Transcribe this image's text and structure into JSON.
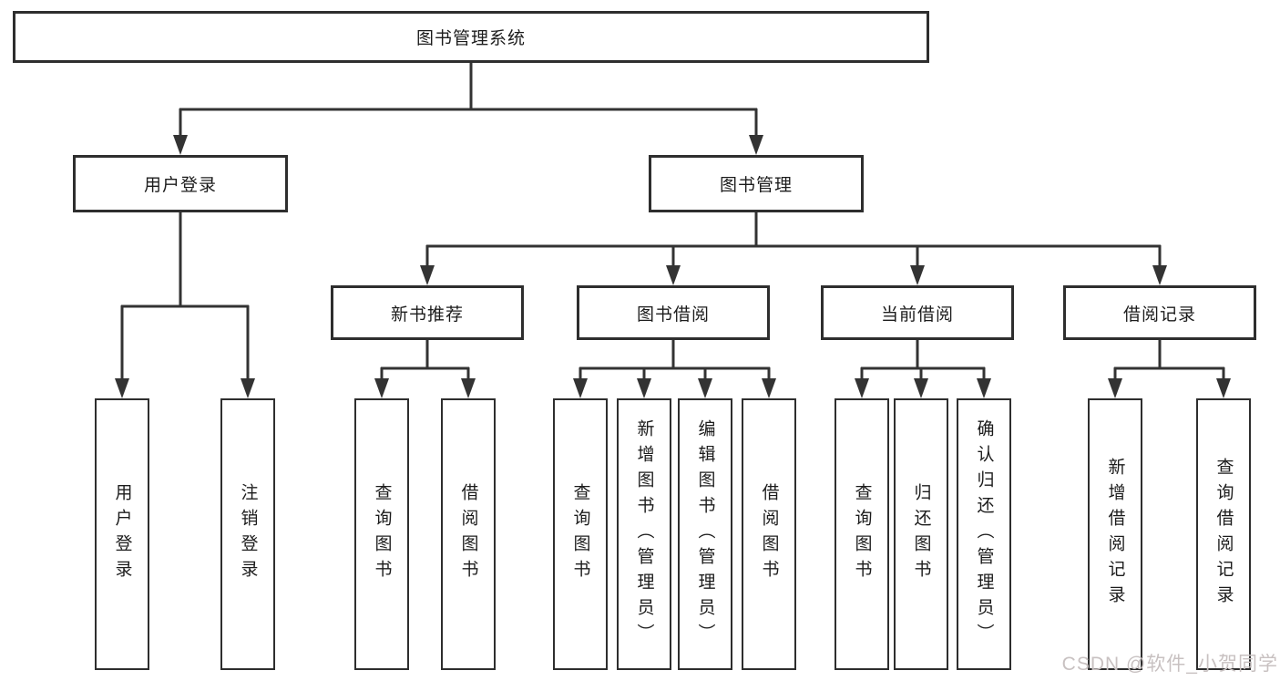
{
  "colors": {
    "line": "#333333",
    "border": "#2e2e2e",
    "box_bg": "#ffffff",
    "text": "#1c1c1c",
    "watermark": "#c8c1c1"
  },
  "watermark": "CSDN @软件_小贺同学",
  "nodes": {
    "root": "图书管理系统",
    "user_login": {
      "label": "用户登录",
      "children": [
        "用户登录",
        "注销登录"
      ]
    },
    "book_management": {
      "label": "图书管理",
      "groups": [
        {
          "label": "新书推荐",
          "children": [
            "查询图书",
            "借阅图书"
          ]
        },
        {
          "label": "图书借阅",
          "children": [
            "查询图书",
            "新增图书（管理员）",
            "编辑图书（管理员）",
            "借阅图书"
          ]
        },
        {
          "label": "当前借阅",
          "children": [
            "查询图书",
            "归还图书",
            "确认归还（管理员）"
          ]
        },
        {
          "label": "借阅记录",
          "children": [
            "新增借阅记录",
            "查询借阅记录"
          ]
        }
      ]
    }
  }
}
